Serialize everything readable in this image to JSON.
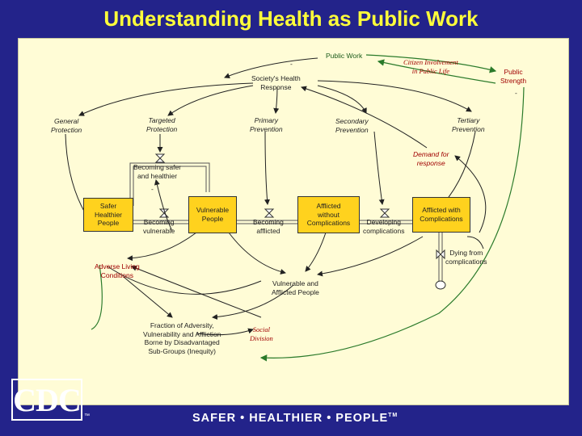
{
  "title": "Understanding Health as Public Work",
  "stocks": {
    "safer_healthier_people": "Safer\nHealthier\nPeople",
    "vulnerable_people": "Vulnerable\nPeople",
    "afflicted_without_complications": "Afflicted\nwithout\nComplications",
    "afflicted_with_complications": "Afflicted with\nComplications"
  },
  "flows": {
    "becoming_safer": "Becoming safer\nand healthier",
    "becoming_vulnerable": "Becoming\nvulnerable",
    "becoming_afflicted": "Becoming\nafflicted",
    "developing_complications": "Developing\ncomplications",
    "dying_from_complications": "Dying from\ncomplications"
  },
  "variables": {
    "public_work": "Public Work",
    "citizen_involvement": "Citizen Involvement\nin Public Life",
    "public_strength": "Public\nStrength",
    "societys_response": "Society's Health\nResponse",
    "general_protection": "General\nProtection",
    "targeted_protection": "Targeted\nProtection",
    "primary_prevention": "Primary\nPrevention",
    "secondary_prevention": "Secondary\nPrevention",
    "tertiary_prevention": "Tertiary\nPrevention",
    "demand_for_response": "Demand for\nresponse",
    "adverse_living_conditions": "Adverse Living\nConditions",
    "vulnerable_and_afflicted": "Vulnerable and\nAfflicted People",
    "fraction_of_adversity": "Fraction of Adversity,\nVulnerability and Affliction\nBorne by Disadvantaged\nSub-Groups (Inequity)",
    "social_division": "Social\nDivision"
  },
  "polarity": {
    "minus": "-"
  },
  "footer": {
    "logo_text": "CDC",
    "logo_mark": "™",
    "tagline": "SAFER • HEALTHIER • PEOPLE",
    "tagline_mark": "TM"
  },
  "colors": {
    "background": "#23238a",
    "title": "#ffff3a",
    "panel": "#fffcd6",
    "stock_fill": "#ffd21e",
    "green_link": "#2a7a2a",
    "red_text": "#a00000"
  }
}
